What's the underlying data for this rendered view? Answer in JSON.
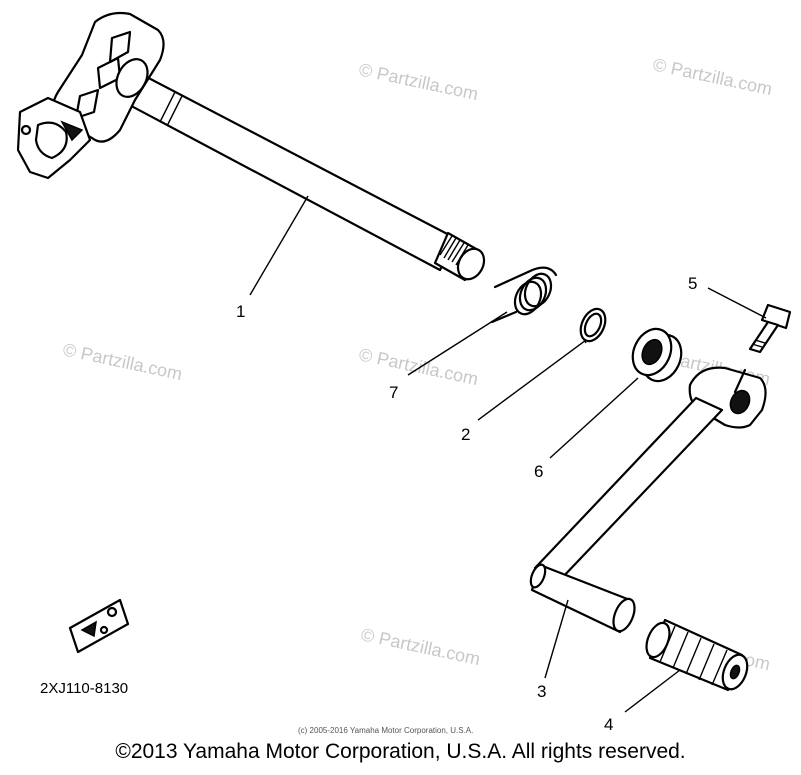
{
  "callouts": [
    {
      "label": "1"
    },
    {
      "label": "7"
    },
    {
      "label": "2"
    },
    {
      "label": "6"
    },
    {
      "label": "5"
    },
    {
      "label": "3"
    },
    {
      "label": "4"
    }
  ],
  "watermark": "© Partzilla.com",
  "diagram_code": "2XJ110-8130",
  "small_copyright": "(c) 2005-2016 Yamaha Motor Corporation, U.S.A.",
  "copyright": "©2013 Yamaha Motor Corporation, U.S.A. All rights reserved.",
  "colors": {
    "ink": "#000000",
    "watermark": "#c8c8c8",
    "background": "#ffffff"
  }
}
